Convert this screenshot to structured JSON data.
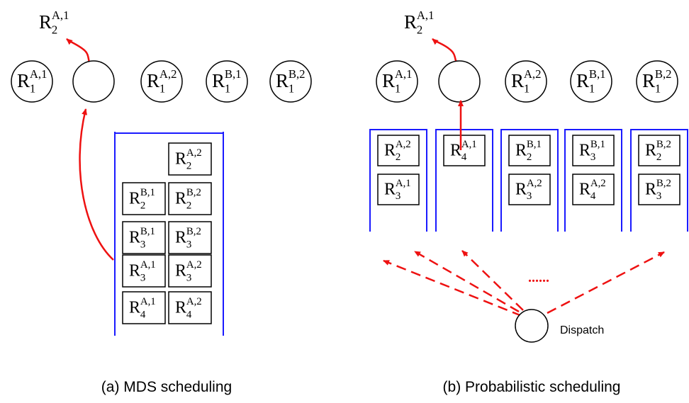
{
  "captions": {
    "a": "(a) MDS scheduling",
    "b": "(b) Probabilistic scheduling"
  },
  "dispatch_label": "Dispatch",
  "dots": "......",
  "colors": {
    "queue": "#1a1aff",
    "arrow": "#ee1111",
    "stroke": "#000000"
  },
  "mds": {
    "served": {
      "base": "R",
      "sub": "2",
      "sup": "A,1"
    },
    "servers": [
      {
        "base": "R",
        "sub": "1",
        "sup": "A,1"
      },
      {
        "base": "",
        "sub": "",
        "sup": ""
      },
      {
        "base": "R",
        "sub": "1",
        "sup": "A,2"
      },
      {
        "base": "R",
        "sub": "1",
        "sup": "B,1"
      },
      {
        "base": "R",
        "sub": "1",
        "sup": "B,2"
      }
    ],
    "queue_rows": [
      [
        null,
        {
          "base": "R",
          "sub": "2",
          "sup": "A,2"
        }
      ],
      [
        {
          "base": "R",
          "sub": "2",
          "sup": "B,1"
        },
        {
          "base": "R",
          "sub": "2",
          "sup": "B,2"
        }
      ],
      [
        {
          "base": "R",
          "sub": "3",
          "sup": "B,1"
        },
        {
          "base": "R",
          "sub": "3",
          "sup": "B,2"
        }
      ],
      [
        {
          "base": "R",
          "sub": "3",
          "sup": "A,1"
        },
        {
          "base": "R",
          "sub": "3",
          "sup": "A,2"
        }
      ],
      [
        {
          "base": "R",
          "sub": "4",
          "sup": "A,1"
        },
        {
          "base": "R",
          "sub": "4",
          "sup": "A,2"
        }
      ]
    ]
  },
  "prob": {
    "served": {
      "base": "R",
      "sub": "2",
      "sup": "A,1"
    },
    "servers": [
      {
        "base": "R",
        "sub": "1",
        "sup": "A,1"
      },
      {
        "base": "",
        "sub": "",
        "sup": ""
      },
      {
        "base": "R",
        "sub": "1",
        "sup": "A,2"
      },
      {
        "base": "R",
        "sub": "1",
        "sup": "B,1"
      },
      {
        "base": "R",
        "sub": "1",
        "sup": "B,2"
      }
    ],
    "queues": [
      [
        {
          "base": "R",
          "sub": "2",
          "sup": "A,2"
        },
        {
          "base": "R",
          "sub": "3",
          "sup": "A,1"
        }
      ],
      [
        {
          "base": "R",
          "sub": "4",
          "sup": "A,1"
        }
      ],
      [
        {
          "base": "R",
          "sub": "2",
          "sup": "B,1"
        },
        {
          "base": "R",
          "sub": "3",
          "sup": "A,2"
        }
      ],
      [
        {
          "base": "R",
          "sub": "3",
          "sup": "B,1"
        },
        {
          "base": "R",
          "sub": "4",
          "sup": "A,2"
        }
      ],
      [
        {
          "base": "R",
          "sub": "2",
          "sup": "B,2"
        },
        {
          "base": "R",
          "sub": "3",
          "sup": "B,2"
        }
      ]
    ]
  }
}
